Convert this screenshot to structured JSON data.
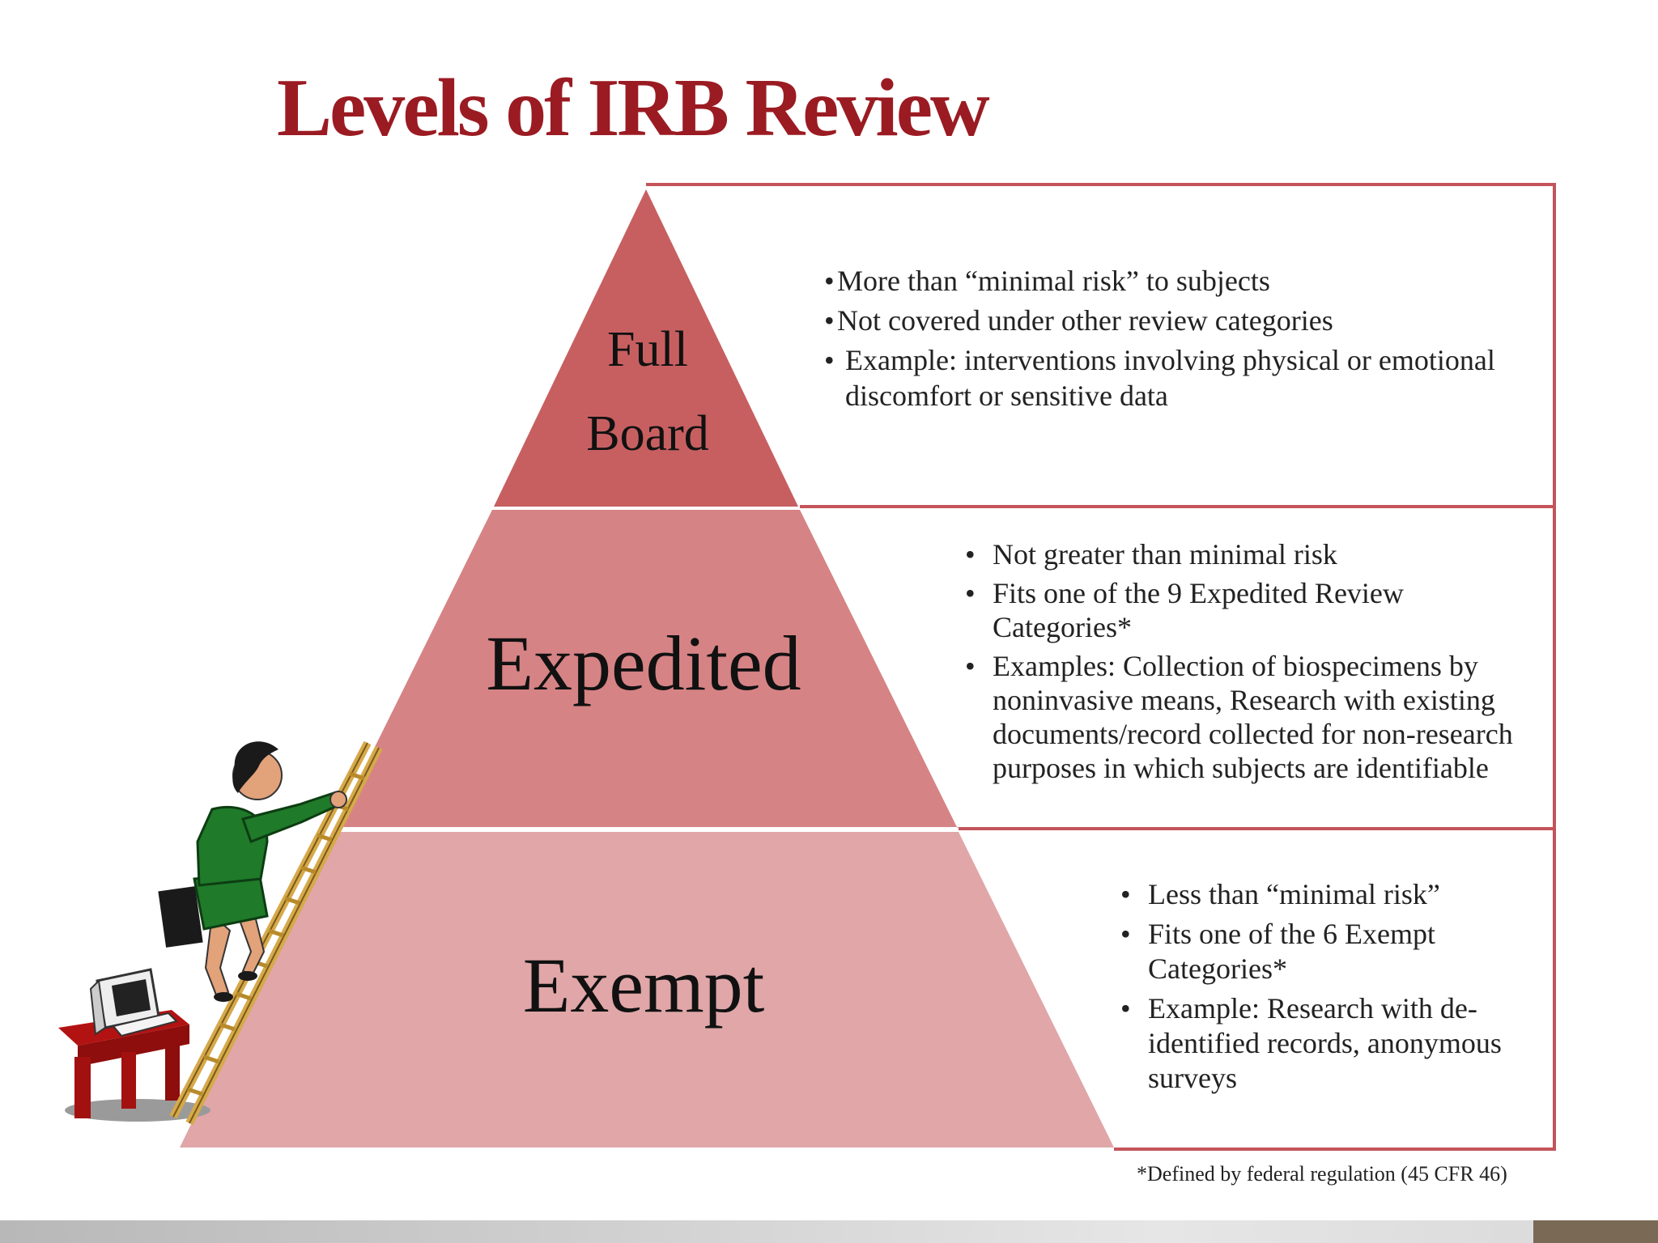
{
  "title": "Levels of IRB Review",
  "colors": {
    "title": "#9b1b22",
    "tier_full": "#c75f61",
    "tier_expedited": "#d68385",
    "tier_exempt": "#e0a6a8",
    "box_border": "#c4545a"
  },
  "tiers": [
    {
      "name": "full-board",
      "label_lines": [
        "Full",
        "Board"
      ],
      "bullets": [
        {
          "bullet": "•",
          "text": "More than “minimal risk” to subjects"
        },
        {
          "bullet": "•",
          "text": "Not covered under other review categories"
        },
        {
          "bullet": "•",
          "text": "Example: interventions involving physical or emotional discomfort or sensitive data"
        }
      ]
    },
    {
      "name": "expedited",
      "label": "Expedited",
      "bullets": [
        {
          "bullet": "•",
          "text": "Not greater than minimal risk"
        },
        {
          "bullet": "•",
          "text": "Fits one of the 9 Expedited Review Categories*"
        },
        {
          "bullet": "•",
          "text": "Examples: Collection of biospecimens by noninvasive means, Research with existing documents/record collected for non-research purposes in which subjects are identifiable"
        }
      ]
    },
    {
      "name": "exempt",
      "label": "Exempt",
      "bullets": [
        {
          "bullet": "•",
          "text": "Less than “minimal risk”"
        },
        {
          "bullet": "•",
          "text": "Fits one of the 6 Exempt Categories*"
        },
        {
          "bullet": "•",
          "text": "Example: Research with de-identified records, anonymous surveys"
        }
      ]
    }
  ],
  "footnote": "*Defined by federal regulation (45 CFR 46)",
  "clipart": "person-climbing-ladder-icon"
}
